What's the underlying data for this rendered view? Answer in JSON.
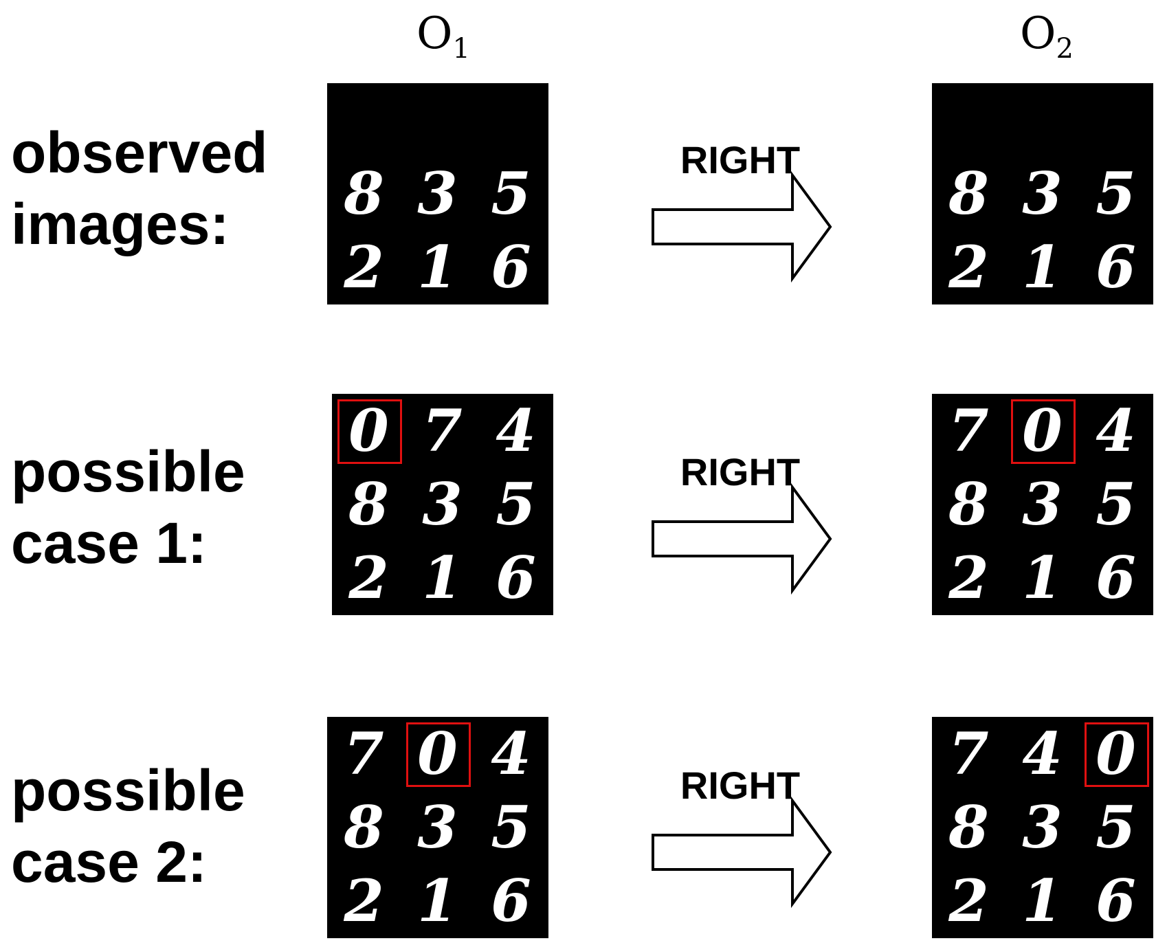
{
  "columns": {
    "left": {
      "base": "O",
      "sub": "1"
    },
    "right": {
      "base": "O",
      "sub": "2"
    }
  },
  "rows": [
    {
      "label_line1": "observed",
      "label_line2": "images:",
      "action": "RIGHT",
      "left_grid": [
        [
          "",
          "",
          ""
        ],
        [
          "8",
          "3",
          "5"
        ],
        [
          "2",
          "1",
          "6"
        ]
      ],
      "right_grid": [
        [
          "",
          "",
          ""
        ],
        [
          "8",
          "3",
          "5"
        ],
        [
          "2",
          "1",
          "6"
        ]
      ],
      "left_highlight": null,
      "right_highlight": null
    },
    {
      "label_line1": "possible",
      "label_line2": "case 1:",
      "action": "RIGHT",
      "left_grid": [
        [
          "0",
          "7",
          "4"
        ],
        [
          "8",
          "3",
          "5"
        ],
        [
          "2",
          "1",
          "6"
        ]
      ],
      "right_grid": [
        [
          "7",
          "0",
          "4"
        ],
        [
          "8",
          "3",
          "5"
        ],
        [
          "2",
          "1",
          "6"
        ]
      ],
      "left_highlight": {
        "row": 0,
        "col": 0
      },
      "right_highlight": {
        "row": 0,
        "col": 1
      }
    },
    {
      "label_line1": "possible",
      "label_line2": "case 2:",
      "action": "RIGHT",
      "left_grid": [
        [
          "7",
          "0",
          "4"
        ],
        [
          "8",
          "3",
          "5"
        ],
        [
          "2",
          "1",
          "6"
        ]
      ],
      "right_grid": [
        [
          "7",
          "4",
          "0"
        ],
        [
          "8",
          "3",
          "5"
        ],
        [
          "2",
          "1",
          "6"
        ]
      ],
      "left_highlight": {
        "row": 0,
        "col": 1
      },
      "right_highlight": {
        "row": 0,
        "col": 2
      }
    }
  ],
  "colors": {
    "highlight": "#e01010",
    "panel": "#000000",
    "digit": "#ffffff"
  }
}
